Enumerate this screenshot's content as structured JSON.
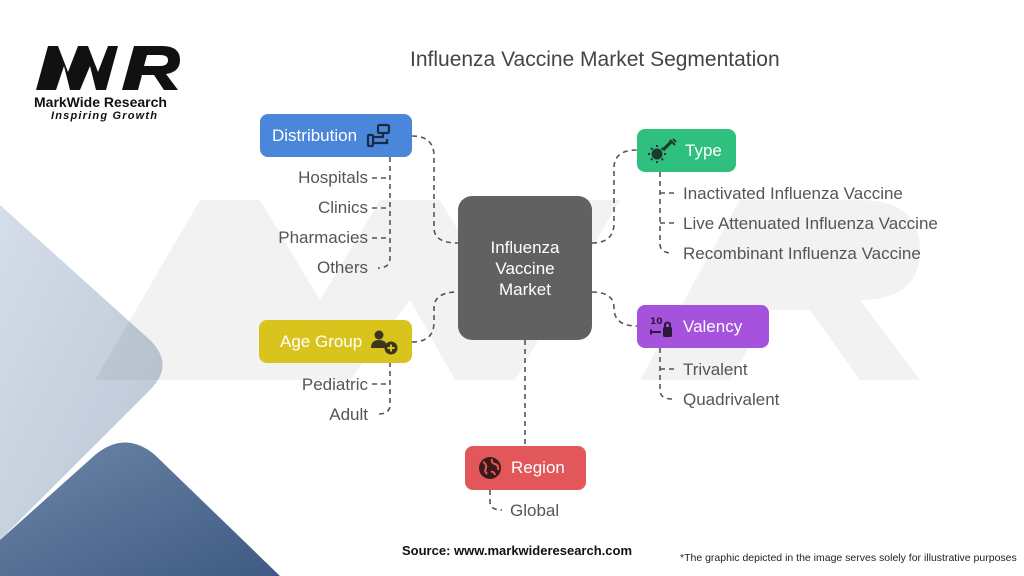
{
  "logo": {
    "mark_text": "MWR",
    "name": "MarkWide Research",
    "tagline": "Inspiring Growth"
  },
  "title": "Influenza Vaccine Market Segmentation",
  "center": {
    "lines": [
      "Influenza",
      "Vaccine",
      "Market"
    ],
    "color": "#616161"
  },
  "segments": {
    "distribution": {
      "label": "Distribution",
      "icon": "conveyor-icon",
      "color": "#4a86d9",
      "items": [
        "Hospitals",
        "Clinics",
        "Pharmacies",
        "Others"
      ]
    },
    "age_group": {
      "label": "Age Group",
      "icon": "add-user-icon",
      "color": "#d9c41d",
      "items": [
        "Pediatric",
        "Adult"
      ]
    },
    "type": {
      "label": "Type",
      "icon": "virus-syringe-icon",
      "color": "#2fbf7f",
      "items": [
        "Inactivated Influenza Vaccine",
        "Live Attenuated Influenza Vaccine",
        "Recombinant Influenza Vaccine"
      ]
    },
    "valency": {
      "label": "Valency",
      "icon": "sort-icon",
      "color": "#a552dc",
      "items": [
        "Trivalent",
        "Quadrivalent"
      ]
    },
    "region": {
      "label": "Region",
      "icon": "globe-icon",
      "color": "#e2575a",
      "items": [
        "Global"
      ]
    }
  },
  "footer": {
    "source": "Source: www.markwideresearch.com",
    "note": "*The graphic depicted in the image serves solely for illustrative purposes"
  }
}
